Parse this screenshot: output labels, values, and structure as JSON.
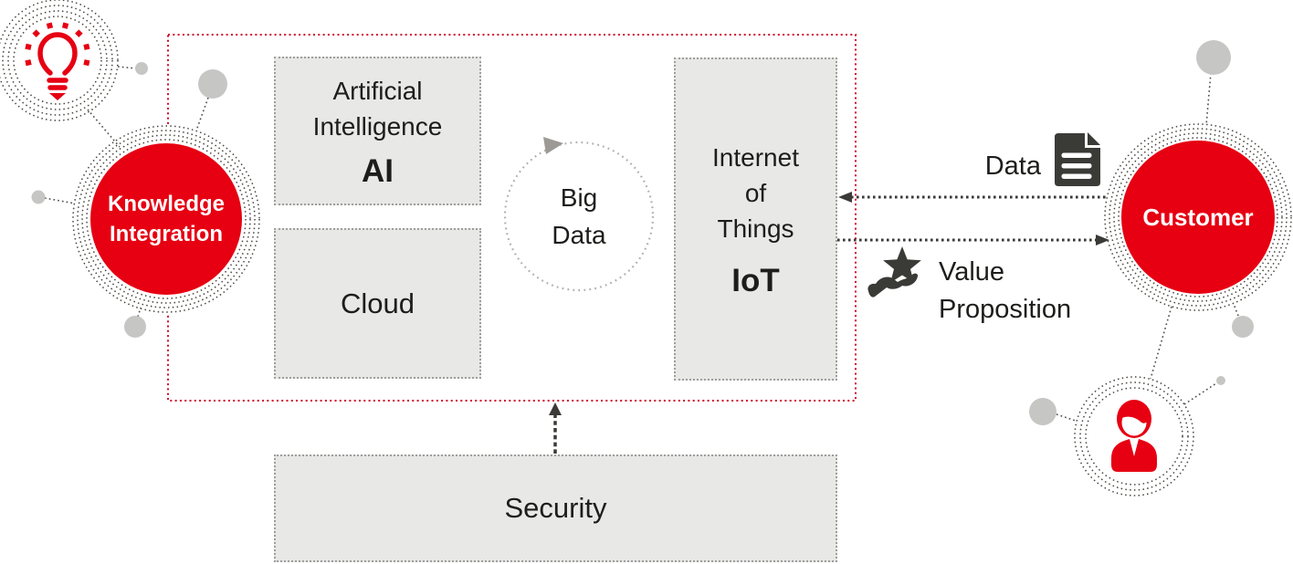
{
  "diagram": {
    "platform": {
      "ai": {
        "line1": "Artificial",
        "line2": "Intelligence",
        "abbr": "AI"
      },
      "cloud": {
        "label": "Cloud"
      },
      "big_data": {
        "line1": "Big",
        "line2": "Data"
      },
      "iot": {
        "line1": "Internet",
        "line2": "of",
        "line3": "Things",
        "abbr": "IoT"
      }
    },
    "security": {
      "label": "Security"
    },
    "knowledge_integration": {
      "line1": "Knowledge",
      "line2": "Integration"
    },
    "customer": {
      "label": "Customer"
    },
    "flows": {
      "data": {
        "label": "Data",
        "direction": "customer-to-iot"
      },
      "value_proposition": {
        "line1": "Value",
        "line2": "Proposition",
        "direction": "iot-to-customer"
      }
    },
    "icons": {
      "lightbulb": "lightbulb-icon",
      "document": "document-icon",
      "star_hand": "star-hand-icon",
      "person": "person-icon",
      "cycle_arrow": "big-data-cycle-arrow-icon"
    },
    "colors": {
      "brand_red": "#e60012",
      "border_red": "#cf0a2c",
      "dark_icon": "#3a3a37",
      "box_fill": "#e8e8e6",
      "box_border": "#9e9e9c",
      "satellite_gray": "#c6c6c4",
      "ring_dark": "#47443f"
    }
  }
}
